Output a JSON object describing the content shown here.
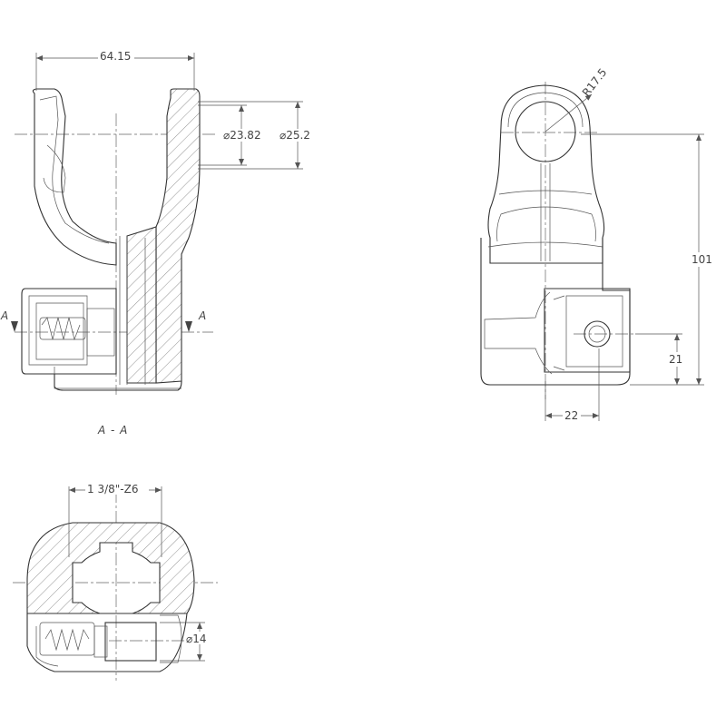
{
  "drawing": {
    "dimensions": {
      "width_top": "64.15",
      "dia_inner": "⌀23.82",
      "dia_outer": "⌀25.2",
      "radius": "R17.5",
      "height": "101",
      "height_small": "21",
      "width_small": "22",
      "spline": "1 3/8\"-Z6",
      "dia_pin": "⌀14"
    },
    "section": {
      "marker_left": "A",
      "marker_right": "A",
      "caption": "A - A"
    }
  }
}
